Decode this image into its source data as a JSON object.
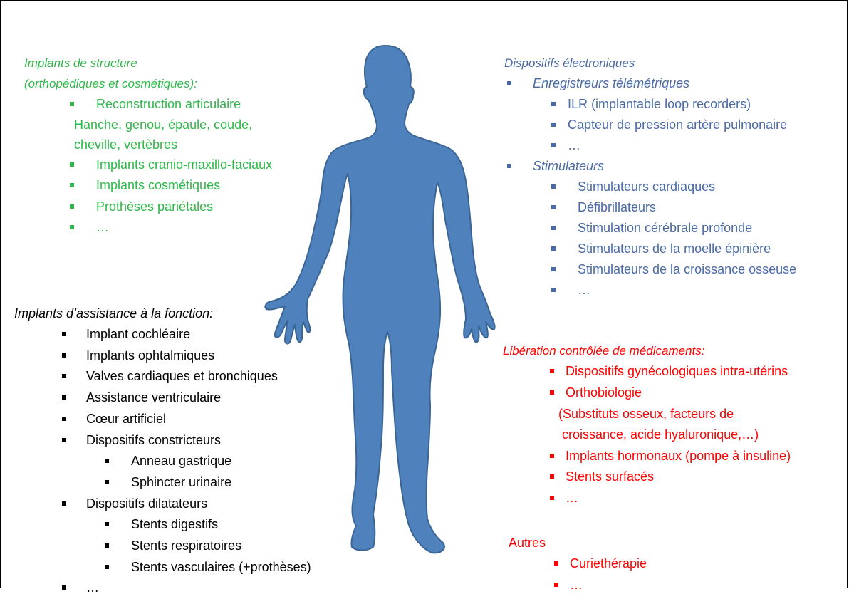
{
  "structure": {
    "title_line1": "Implants de structure",
    "title_line2": "(orthopédiques et cosmétiques):",
    "items": [
      {
        "text": "Reconstruction articulaire",
        "kind": "bullet"
      },
      {
        "text": "Hanche, genou, épaule, coude,",
        "kind": "plain"
      },
      {
        "text": "cheville,  vertèbres",
        "kind": "plain"
      },
      {
        "text": "Implants cranio-maxillo-faciaux",
        "kind": "bullet"
      },
      {
        "text": "Implants cosmétiques",
        "kind": "bullet"
      },
      {
        "text": "Prothèses pariétales",
        "kind": "bullet"
      },
      {
        "text": "…",
        "kind": "bullet"
      }
    ]
  },
  "assistance": {
    "title": "Implants  d’assistance à la fonction:",
    "items": [
      {
        "text": "Implant cochléaire",
        "level": 1
      },
      {
        "text": "Implants ophtalmiques",
        "level": 1
      },
      {
        "text": "Valves cardiaques et bronchiques",
        "level": 1
      },
      {
        "text": "Assistance ventriculaire",
        "level": 1
      },
      {
        "text": "Cœur artificiel",
        "level": 1
      },
      {
        "text": "Dispositifs constricteurs",
        "level": 1
      },
      {
        "text": "Anneau gastrique",
        "level": 2
      },
      {
        "text": "Sphincter urinaire",
        "level": 2
      },
      {
        "text": "Dispositifs  dilatateurs",
        "level": 1
      },
      {
        "text": "Stents digestifs",
        "level": 2
      },
      {
        "text": "Stents respiratoires",
        "level": 2
      },
      {
        "text": "Stents vasculaires (+prothèses)",
        "level": 2
      },
      {
        "text": "…",
        "level": 1
      }
    ]
  },
  "electronic": {
    "title": "Dispositifs électroniques",
    "items": [
      {
        "text": "Enregistreurs télémétriques",
        "level": 0
      },
      {
        "text": "ILR (implantable loop recorders)",
        "level": 1
      },
      {
        "text": "Capteur de pression artère pulmonaire",
        "level": 1
      },
      {
        "text": "…",
        "level": 1
      },
      {
        "text": "Stimulateurs",
        "level": 0
      },
      {
        "text": "Stimulateurs cardiaques",
        "level": 2
      },
      {
        "text": "Défibrillateurs",
        "level": 2
      },
      {
        "text": "Stimulation cérébrale profonde",
        "level": 2
      },
      {
        "text": "Stimulateurs de la moelle épinière",
        "level": 2
      },
      {
        "text": "Stimulateurs de la croissance osseuse",
        "level": 2
      },
      {
        "text": "…",
        "level": 2
      }
    ]
  },
  "drug_release": {
    "title": "Libération contrôlée de médicaments:",
    "items": [
      {
        "text": "Dispositifs gynécologiques intra-utérins",
        "kind": "bullet"
      },
      {
        "text": "Orthobiologie",
        "kind": "bullet"
      },
      {
        "text": "(Substituts osseux, facteurs de",
        "kind": "plain"
      },
      {
        "text": "croissance, acide hyaluronique,…)",
        "kind": "plain2"
      },
      {
        "text": "Implants hormonaux (pompe à insuline)",
        "kind": "bullet"
      },
      {
        "text": "Stents surfacés",
        "kind": "bullet"
      },
      {
        "text": "…",
        "kind": "bullet"
      }
    ]
  },
  "others": {
    "title": "Autres",
    "items": [
      {
        "text": "Curiethérapie"
      },
      {
        "text": "…"
      }
    ]
  },
  "colors": {
    "structure": "#2fb84a",
    "assistance": "#000000",
    "electronic": "#4a6aa6",
    "drug_release": "#ff0000",
    "others": "#ff0000",
    "body_fill": "#4f81bd",
    "body_stroke": "#3a6595"
  }
}
